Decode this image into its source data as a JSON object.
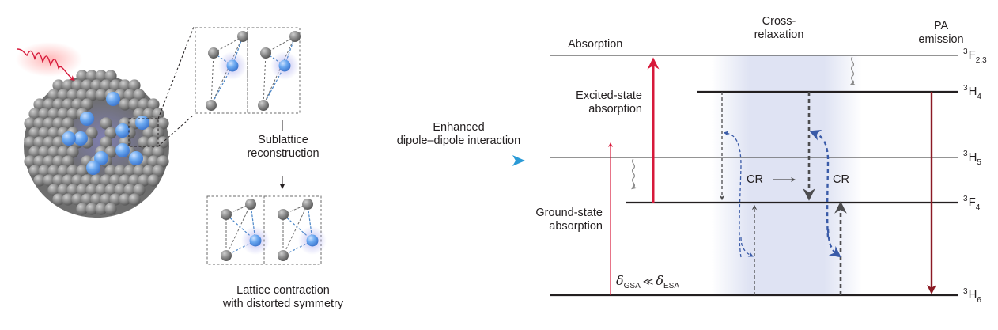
{
  "figure": {
    "left_panel": {
      "nanocrystal": {
        "description": "nanocrystal-cluster",
        "dopant_color": "#4a8fe0",
        "host_color": "#8a8a8a"
      },
      "excitation_color": "#e02020",
      "step_label_1": [
        "Sublattice",
        "reconstruction"
      ],
      "step_label_2": [
        "Lattice contraction",
        "with distorted symmetry"
      ]
    },
    "middle": {
      "arrow_label": [
        "Enhanced",
        "dipole–dipole interaction"
      ],
      "arrow_color": "#2a9ad6"
    },
    "energy_diagram": {
      "column_headers": {
        "absorption": "Absorption",
        "cross_relaxation": [
          "Cross-",
          "relaxation"
        ],
        "pa_emission": [
          "PA",
          "emission"
        ]
      },
      "side_labels": {
        "esa": [
          "Excited-state",
          "absorption"
        ],
        "gsa": [
          "Ground-state",
          "absorption"
        ]
      },
      "levels": [
        {
          "id": "F23",
          "term": "F",
          "sup": "3",
          "sub": "2,3"
        },
        {
          "id": "H4",
          "term": "H",
          "sup": "3",
          "sub": "4"
        },
        {
          "id": "H5",
          "term": "H",
          "sup": "3",
          "sub": "5"
        },
        {
          "id": "F4",
          "term": "F",
          "sup": "3",
          "sub": "4"
        },
        {
          "id": "H6",
          "term": "H",
          "sup": "3",
          "sub": "6"
        }
      ],
      "cr_labels": [
        "CR",
        "CR"
      ],
      "delta_relation": {
        "left": "δ",
        "left_sub": "GSA",
        "op": "≪",
        "right": "δ",
        "right_sub": "ESA"
      },
      "colors": {
        "absorption_arrow": "#d7193a",
        "emission_arrow": "#8b1a24",
        "cr_blue": "#3a5ba8",
        "cr_gray": "#4d4d4f",
        "band_shade": "#dfe3f3"
      }
    }
  }
}
